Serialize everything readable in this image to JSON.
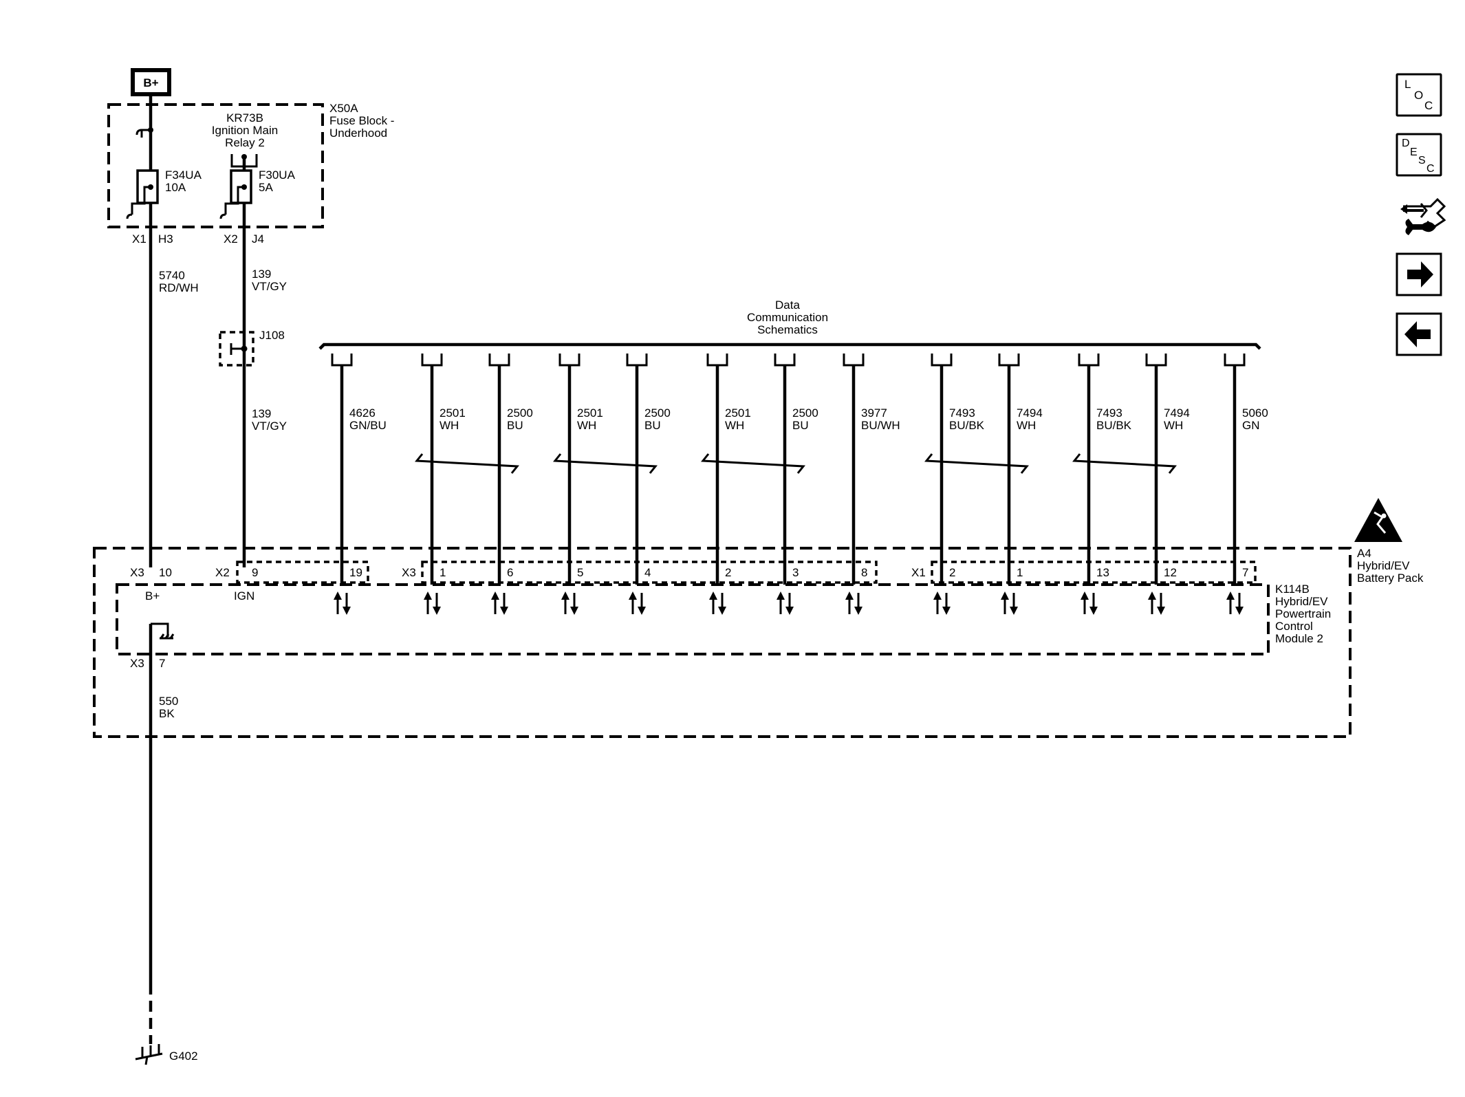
{
  "power": {
    "bplus": "B+"
  },
  "fuse_block": {
    "name": "X50A",
    "desc1": "Fuse Block -",
    "desc2": "Underhood",
    "relay": {
      "name": "KR73B",
      "desc1": "Ignition Main",
      "desc2": "Relay 2"
    },
    "fuses": [
      {
        "name": "F34UA",
        "rating": "10A"
      },
      {
        "name": "F30UA",
        "rating": "5A"
      }
    ],
    "outputs": [
      {
        "conn": "X1",
        "pin": "H3"
      },
      {
        "conn": "X2",
        "pin": "J4"
      }
    ]
  },
  "wires": {
    "bplus": {
      "circuit": "5740",
      "color": "RD/WH"
    },
    "ign_upper": {
      "circuit": "139",
      "color": "VT/GY"
    },
    "ign_lower": {
      "circuit": "139",
      "color": "VT/GY"
    },
    "ground": {
      "circuit": "550",
      "color": "BK"
    }
  },
  "splice": "J108",
  "data_comm": {
    "line1": "Data",
    "line2": "Communication",
    "line3": "Schematics"
  },
  "data_lines": [
    {
      "circuit": "4626",
      "color": "GN/BU",
      "pin": "19"
    },
    {
      "circuit": "2501",
      "color": "WH",
      "pin": "1"
    },
    {
      "circuit": "2500",
      "color": "BU",
      "pin": "6"
    },
    {
      "circuit": "2501",
      "color": "WH",
      "pin": "5"
    },
    {
      "circuit": "2500",
      "color": "BU",
      "pin": "4"
    },
    {
      "circuit": "2501",
      "color": "WH",
      "pin": "2"
    },
    {
      "circuit": "2500",
      "color": "BU",
      "pin": "3"
    },
    {
      "circuit": "3977",
      "color": "BU/WH",
      "pin": "8"
    },
    {
      "circuit": "7493",
      "color": "BU/BK",
      "pin": "2"
    },
    {
      "circuit": "7494",
      "color": "WH",
      "pin": "1"
    },
    {
      "circuit": "7493",
      "color": "BU/BK",
      "pin": "13"
    },
    {
      "circuit": "7494",
      "color": "WH",
      "pin": "12"
    },
    {
      "circuit": "5060",
      "color": "GN",
      "pin": "7"
    }
  ],
  "battery_pack": {
    "name": "A4",
    "desc1": "Hybrid/EV",
    "desc2": "Battery Pack"
  },
  "module": {
    "name": "K114B",
    "desc1": "Hybrid/EV",
    "desc2": "Powertrain",
    "desc3": "Control",
    "desc4": "Module 2",
    "bplus_conn": "X3",
    "bplus_pin": "10",
    "bplus_label": "B+",
    "ign_conn": "X2",
    "ign_pin": "9",
    "ign_label": "IGN",
    "conn_x3": "X3",
    "conn_x1": "X1",
    "gnd_conn": "X3",
    "gnd_pin": "7"
  },
  "ground": "G402",
  "nav": {
    "loc": [
      "L",
      "O",
      "C"
    ],
    "desc": [
      "D",
      "E",
      "S",
      "C"
    ]
  }
}
